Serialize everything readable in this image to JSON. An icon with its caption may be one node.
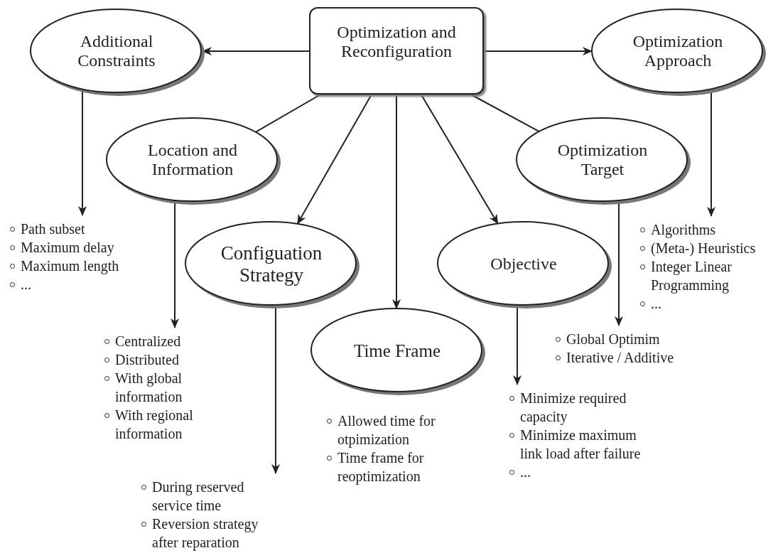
{
  "diagram": {
    "nodes": [
      {
        "text": [
          "Optimization and Reconfiguration"
        ]
      },
      {
        "text": [
          "Additional Constraints"
        ]
      },
      {
        "text": [
          "Optimization Approach"
        ]
      },
      {
        "text": [
          "Location and Information"
        ]
      },
      {
        "text": [
          "Optimization Target"
        ]
      },
      {
        "text": [
          "Path subset",
          "Maximum delay",
          "Maximum length",
          "..."
        ]
      },
      {
        "text": [
          "Algorithms",
          "(Meta-) Heuristics",
          "Integer Linear Programming",
          "..."
        ]
      },
      {
        "text": [
          "Configuation Strategy"
        ]
      },
      {
        "text": [
          "Objective"
        ]
      },
      {
        "text": [
          "Time Frame"
        ]
      },
      {
        "text": [
          "Centralized",
          "Distributed",
          "With global information",
          "With regional information"
        ]
      },
      {
        "text": [
          "Global Optimim",
          "Iterative / Additive"
        ]
      },
      {
        "text": [
          "Minimize required capacity",
          "Minimize maximum link load after failure",
          "..."
        ]
      },
      {
        "text": [
          "During reserved service time",
          "Reversion strategy after reparation"
        ]
      },
      {
        "text": [
          "Allowed time for otpimization",
          "Time frame for reoptimization"
        ]
      }
    ],
    "edges": [
      {
        "from": 0,
        "to": 1,
        "arrow": "to"
      },
      {
        "from": 0,
        "to": 2,
        "arrow": "to"
      },
      {
        "from": 0,
        "to": 3,
        "arrow": "none"
      },
      {
        "from": 0,
        "to": 4,
        "arrow": "none"
      },
      {
        "from": 0,
        "to": 7,
        "arrow": "to"
      },
      {
        "from": 0,
        "to": 9,
        "arrow": "to"
      },
      {
        "from": 0,
        "to": 8,
        "arrow": "to"
      },
      {
        "from": 1,
        "to": 5,
        "arrow": "to"
      },
      {
        "from": 2,
        "to": 6,
        "arrow": "to"
      },
      {
        "from": 3,
        "to": 10,
        "arrow": "to"
      },
      {
        "from": 4,
        "to": 11,
        "arrow": "to"
      },
      {
        "from": 7,
        "to": 13,
        "arrow": "to"
      },
      {
        "from": 8,
        "to": 12,
        "arrow": "to"
      }
    ]
  }
}
